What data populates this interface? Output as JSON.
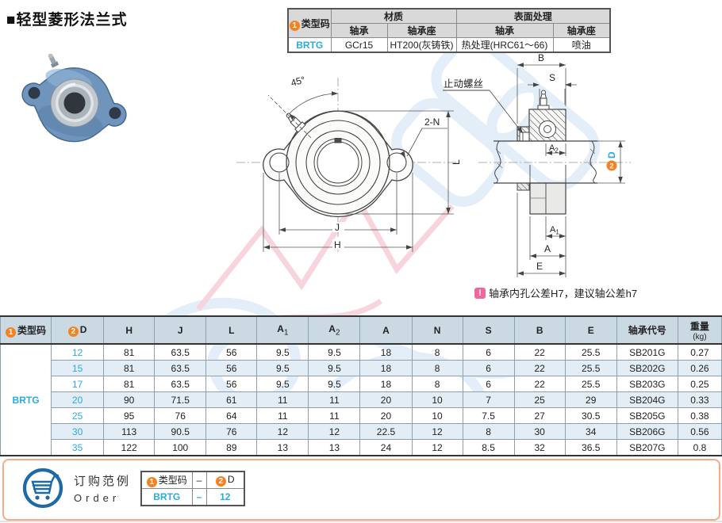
{
  "page": {
    "title": "■轻型菱形法兰式"
  },
  "spec_table": {
    "type_badge": "1",
    "type_label": "类型码",
    "material_label": "材质",
    "surface_label": "表面处理",
    "bearing_label": "轴承",
    "housing_label": "轴承座",
    "bearing_label2": "轴承",
    "housing_label2": "轴承座",
    "row": {
      "code": "BRTG",
      "bearing_material": "GCr15",
      "housing_material": "HT200(灰铸铁)",
      "bearing_surface": "热处理(HRC61～66)",
      "housing_surface": "喷油"
    }
  },
  "drawing": {
    "front": {
      "angle": "45°",
      "holes": "2-N",
      "dim_j": "J",
      "dim_h": "H",
      "dim_l": "L"
    },
    "side": {
      "set_screw": "止动螺丝",
      "dim_b": "B",
      "dim_s": "S",
      "a_letter": "A",
      "sub1": "1",
      "sub2": "2",
      "dim_a": "A",
      "dim_e": "E",
      "d_badge": "2",
      "dim_d": "D"
    },
    "note": {
      "icon": "!",
      "text": "轴承内孔公差H7，建议轴公差h7"
    }
  },
  "main_table": {
    "headers": {
      "type_badge": "1",
      "type": "类型码",
      "d_badge": "2",
      "d": "D",
      "h": "H",
      "j": "J",
      "l": "L",
      "a_letter": "A",
      "sub1": "1",
      "sub2": "2",
      "a": "A",
      "n": "N",
      "s": "S",
      "b": "B",
      "e": "E",
      "code": "轴承代号",
      "weight": "重量",
      "weight_unit": "(kg)"
    },
    "type_code": "BRTG",
    "rows": [
      [
        "12",
        "81",
        "63.5",
        "56",
        "9.5",
        "9.5",
        "18",
        "8",
        "6",
        "22",
        "25.5",
        "SB201G",
        "0.27"
      ],
      [
        "15",
        "81",
        "63.5",
        "56",
        "9.5",
        "9.5",
        "18",
        "8",
        "6",
        "22",
        "25.5",
        "SB202G",
        "0.26"
      ],
      [
        "17",
        "81",
        "63.5",
        "56",
        "9.5",
        "9.5",
        "18",
        "8",
        "6",
        "22",
        "25.5",
        "SB203G",
        "0.25"
      ],
      [
        "20",
        "90",
        "71.5",
        "61",
        "11",
        "11",
        "20",
        "10",
        "7",
        "25",
        "29",
        "SB204G",
        "0.33"
      ],
      [
        "25",
        "95",
        "76",
        "64",
        "11",
        "11",
        "20",
        "10",
        "7.5",
        "27",
        "30.5",
        "SB205G",
        "0.38"
      ],
      [
        "30",
        "113",
        "90.5",
        "76",
        "12",
        "12",
        "22.5",
        "12",
        "8",
        "30",
        "34",
        "SB206G",
        "0.56"
      ],
      [
        "35",
        "122",
        "100",
        "89",
        "13",
        "13",
        "24",
        "12",
        "8.5",
        "32",
        "36.5",
        "SB207G",
        "0.8"
      ]
    ]
  },
  "order": {
    "title_cn": "订购范例",
    "title_en": "Order",
    "col1_badge": "1",
    "col1": "类型码",
    "dash": "–",
    "col2_badge": "2",
    "col2": "D",
    "val1": "BRTG",
    "val_dash": "–",
    "val2": "12"
  },
  "colors": {
    "accent_cyan": "#29abe2",
    "accent_orange": "#f5821f",
    "note_pink": "#f0679f",
    "order_border": "#f5ab8b",
    "header_blue": "#cbd9e3"
  }
}
